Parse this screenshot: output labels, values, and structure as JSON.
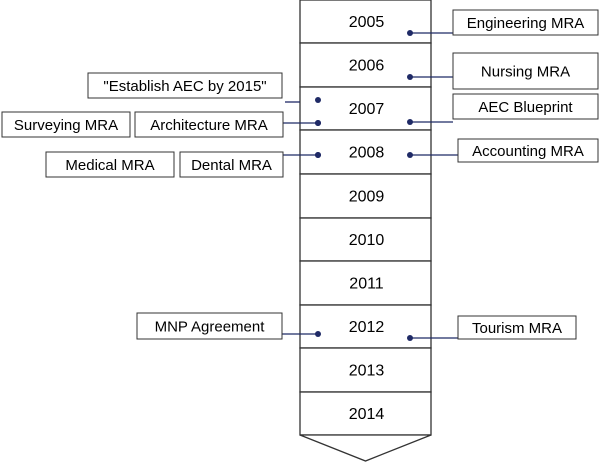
{
  "timeline": {
    "years": [
      "2005",
      "2006",
      "2007",
      "2008",
      "2009",
      "2010",
      "2011",
      "2012",
      "2013",
      "2014"
    ]
  },
  "events": [
    {
      "label": "Engineering MRA",
      "year": "2005",
      "side": "right"
    },
    {
      "label": "Nursing MRA",
      "year": "2006",
      "side": "right"
    },
    {
      "label": "AEC Blueprint",
      "year": "2007",
      "side": "right"
    },
    {
      "label": "\"Establish AEC by 2015\"",
      "year": "2007",
      "side": "left"
    },
    {
      "label": "Surveying MRA",
      "year": "2007",
      "side": "left"
    },
    {
      "label": "Architecture MRA",
      "year": "2007",
      "side": "left"
    },
    {
      "label": "Accounting MRA",
      "year": "2008",
      "side": "right"
    },
    {
      "label": "Medical MRA",
      "year": "2008",
      "side": "left"
    },
    {
      "label": "Dental MRA",
      "year": "2008",
      "side": "left"
    },
    {
      "label": "MNP Agreement",
      "year": "2012",
      "side": "left"
    },
    {
      "label": "Tourism MRA",
      "year": "2012",
      "side": "right"
    }
  ],
  "colors": {
    "connector": "#1f2a66",
    "border": "#333333"
  }
}
